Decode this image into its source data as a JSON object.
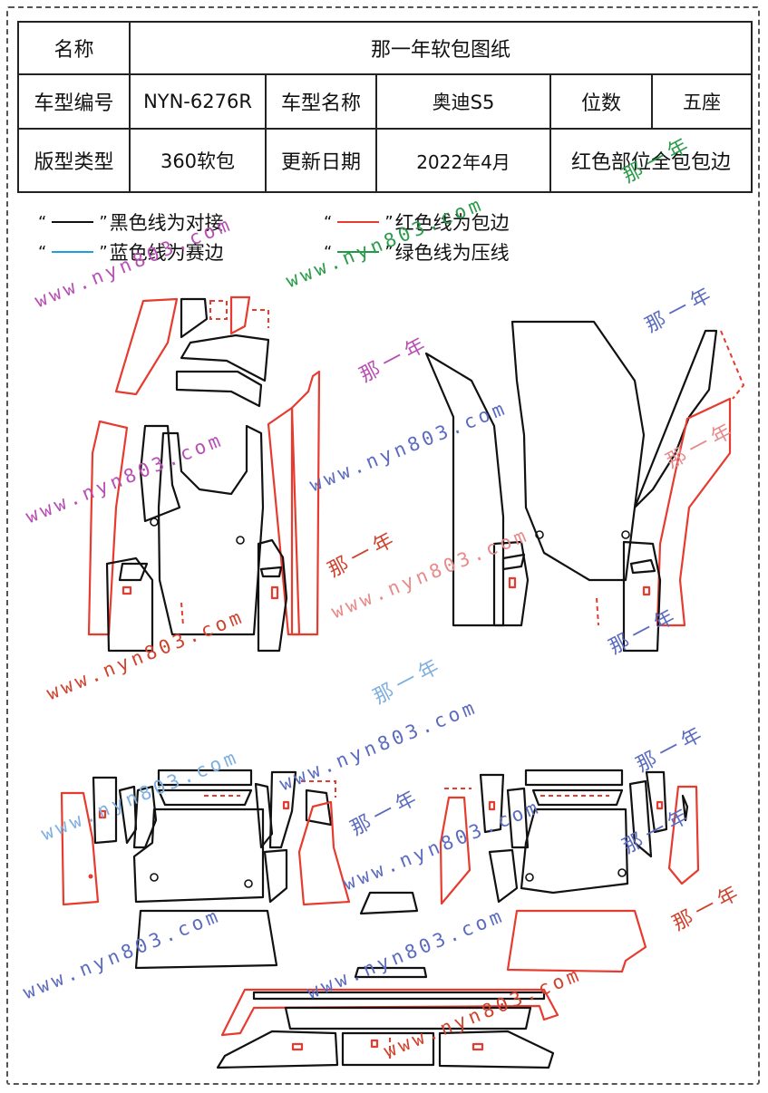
{
  "table": {
    "name_label": "名称",
    "name_value": "那一年软包图纸",
    "code_label": "车型编号",
    "code_value": "NYN-6276R",
    "model_label": "车型名称",
    "model_value": "奥迪S5",
    "seats_label": "位数",
    "seats_value": "五座",
    "type_label": "版型类型",
    "type_value": "360软包",
    "date_label": "更新日期",
    "date_value": "2022年4月",
    "note_value": "红色部位全包包边"
  },
  "legend": [
    {
      "text": "黑色线为对接",
      "color": "#111111"
    },
    {
      "text": "红色线为包边",
      "color": "#e63b2e"
    },
    {
      "text": "蓝色线为赛边",
      "color": "#1aa0e0"
    },
    {
      "text": "绿色线为压线",
      "color": "#1f9a4a"
    }
  ],
  "quote_open": "“",
  "quote_close": "”",
  "watermarks": {
    "site": "www.nyn803.com",
    "brand": "那一年"
  },
  "colors": {
    "black_line": "#111111",
    "red_line": "#e63b2e",
    "blue_line": "#1aa0e0",
    "green_line": "#1f9a4a"
  }
}
